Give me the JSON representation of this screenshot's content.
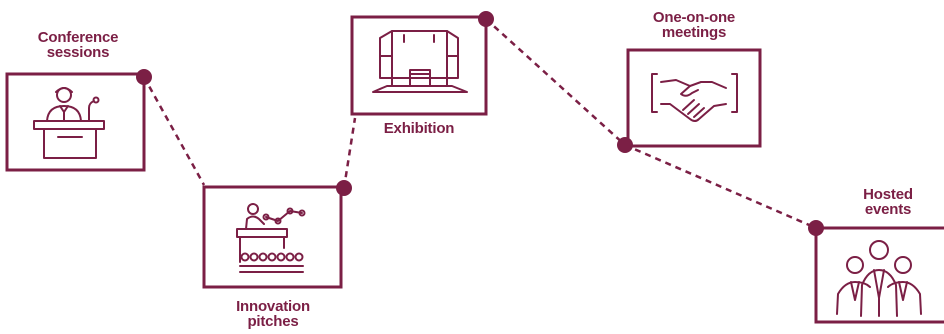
{
  "accent_color": "#7b1f45",
  "nodes": [
    {
      "id": "conference-sessions",
      "label_lines": [
        "Conference",
        "sessions"
      ],
      "icon": "speaker-podium-icon"
    },
    {
      "id": "innovation-pitches",
      "label_lines": [
        "Innovation",
        "pitches"
      ],
      "icon": "presentation-audience-icon"
    },
    {
      "id": "exhibition",
      "label_lines": [
        "Exhibition"
      ],
      "icon": "exhibition-booth-icon"
    },
    {
      "id": "one-on-one-meetings",
      "label_lines": [
        "One-on-one",
        "meetings"
      ],
      "icon": "handshake-icon"
    },
    {
      "id": "hosted-events",
      "label_lines": [
        "Hosted",
        "events"
      ],
      "icon": "group-people-icon"
    }
  ]
}
